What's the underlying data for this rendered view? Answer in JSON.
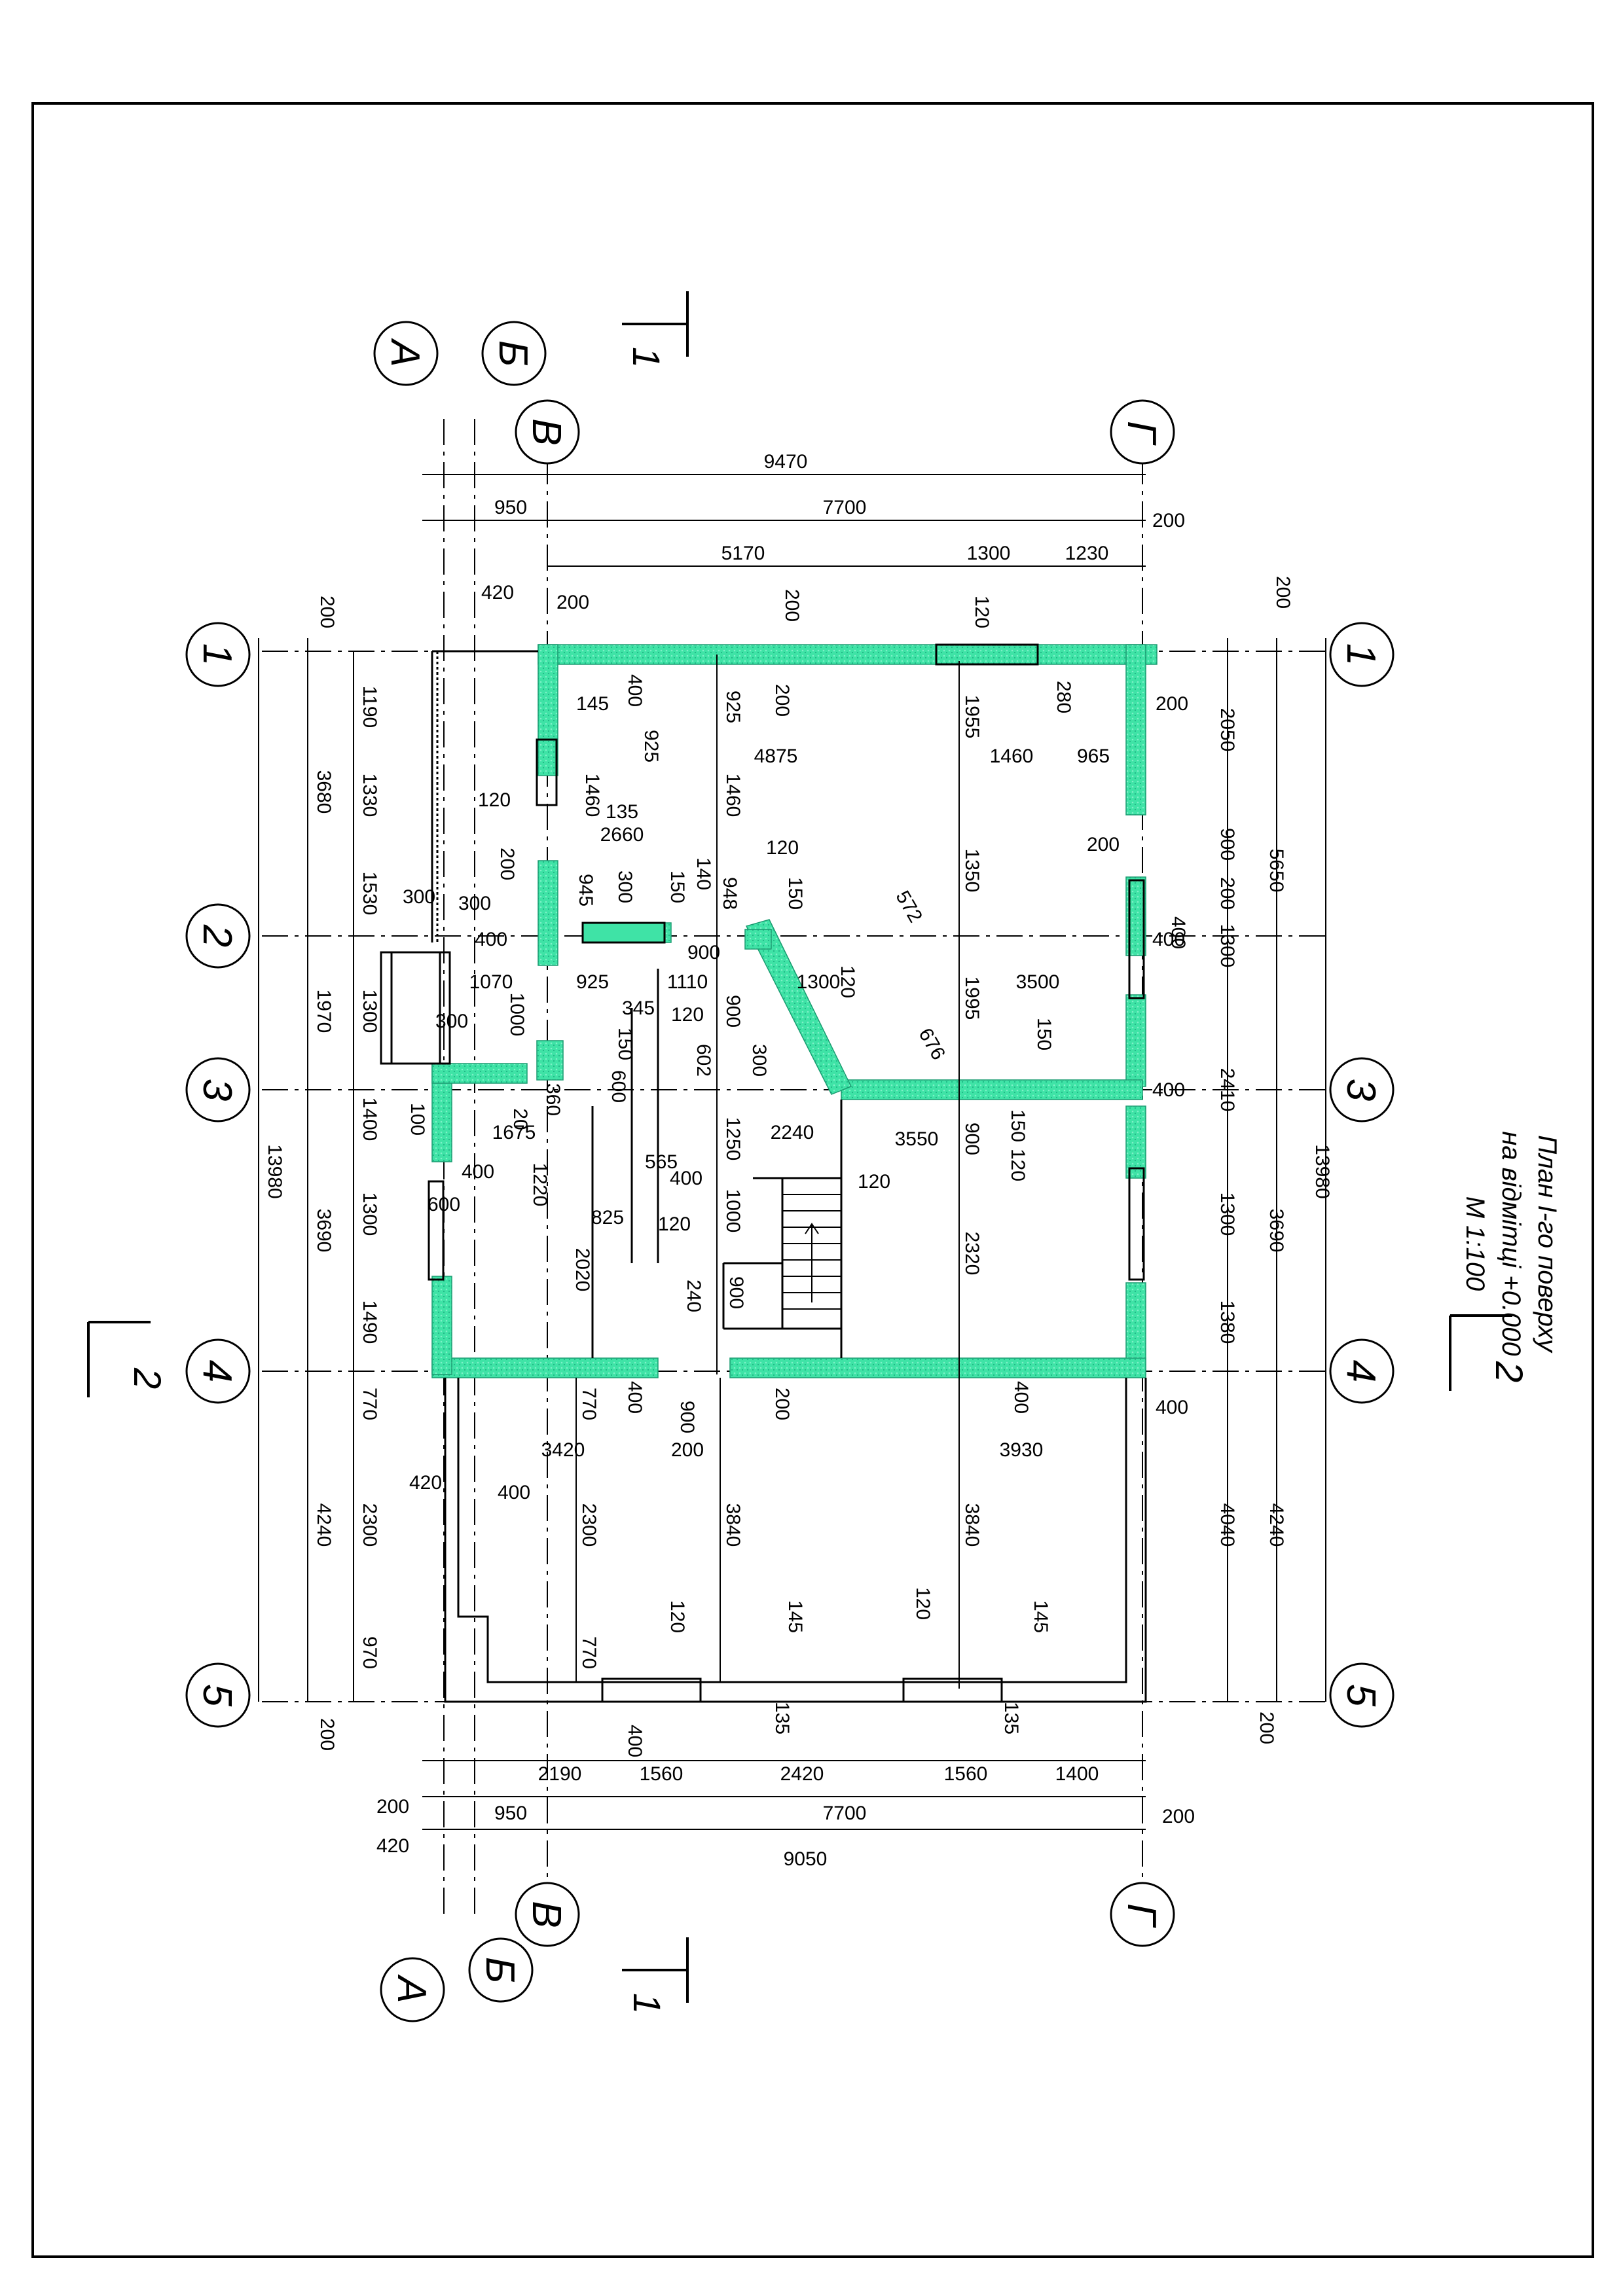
{
  "title": {
    "line1": "План І-го поверху",
    "line2": "на відмітці +0.000",
    "line3": "М 1:100"
  },
  "axes": {
    "letters": [
      "А",
      "Б",
      "В",
      "Г"
    ],
    "numbers": [
      "1",
      "2",
      "3",
      "4",
      "5"
    ]
  },
  "sections": {
    "s1": "1",
    "s2": "2"
  },
  "dimensions": {
    "top_overall": "9470",
    "top_row2": [
      "950",
      "7700",
      "200"
    ],
    "top_row3": [
      "5170",
      "1300",
      "1230"
    ],
    "top_offsets": [
      "420",
      "200",
      "200",
      "120",
      "280"
    ],
    "bottom_overall": "9050",
    "bottom_row2": [
      "200",
      "950",
      "7700",
      "200"
    ],
    "bottom_row3": [
      "2190",
      "1560",
      "2420",
      "1560",
      "1400"
    ],
    "bottom_offsets": [
      "420",
      "400",
      "135",
      "135",
      "120",
      "145",
      "120",
      "145"
    ],
    "left_overall": "13980",
    "left_groups": [
      "3680",
      "1970",
      "3690",
      "4240"
    ],
    "left_chain": [
      "1190",
      "1330",
      "1530",
      "1300",
      "1400",
      "1300",
      "1490",
      "770",
      "2300",
      "970"
    ],
    "left_offsets": [
      "200",
      "200"
    ],
    "right_overall": "13980",
    "right_groups": [
      "5650",
      "3690",
      "4240"
    ],
    "right_chain": [
      "2050",
      "900",
      "200",
      "1300",
      "2410",
      "1300",
      "1380",
      "4040"
    ],
    "right_offsets": [
      "200",
      "200",
      "400",
      "400",
      "400"
    ],
    "interior_a": [
      "925",
      "200",
      "400",
      "145",
      "925",
      "4875",
      "1460",
      "965",
      "1955",
      "280",
      "120"
    ],
    "interior_b": [
      "1460",
      "135",
      "2660",
      "1460",
      "120",
      "200",
      "945",
      "300",
      "150",
      "140",
      "948",
      "120",
      "150",
      "572",
      "1350"
    ],
    "interior_c": [
      "300",
      "300",
      "400",
      "1070",
      "925",
      "900",
      "1110",
      "1300",
      "120",
      "1995",
      "3500",
      "400",
      "300"
    ],
    "interior_d": [
      "1000",
      "345",
      "120",
      "900",
      "602",
      "300",
      "150",
      "600",
      "676",
      "150",
      "2410"
    ],
    "interior_e": [
      "360",
      "20",
      "1675",
      "2240",
      "3550",
      "900",
      "150",
      "120",
      "100",
      "400",
      "1220",
      "565",
      "400",
      "1250",
      "120",
      "600"
    ],
    "interior_f": [
      "825",
      "120",
      "1000",
      "2320",
      "2020",
      "240",
      "900",
      "400",
      "200",
      "900",
      "200",
      "400",
      "3420",
      "3930"
    ],
    "interior_g": [
      "400",
      "420",
      "2300",
      "3840",
      "3840",
      "770",
      "770"
    ]
  },
  "colors": {
    "wall_fill": "#3fe3a6",
    "line": "#000000",
    "background": "#ffffff"
  }
}
